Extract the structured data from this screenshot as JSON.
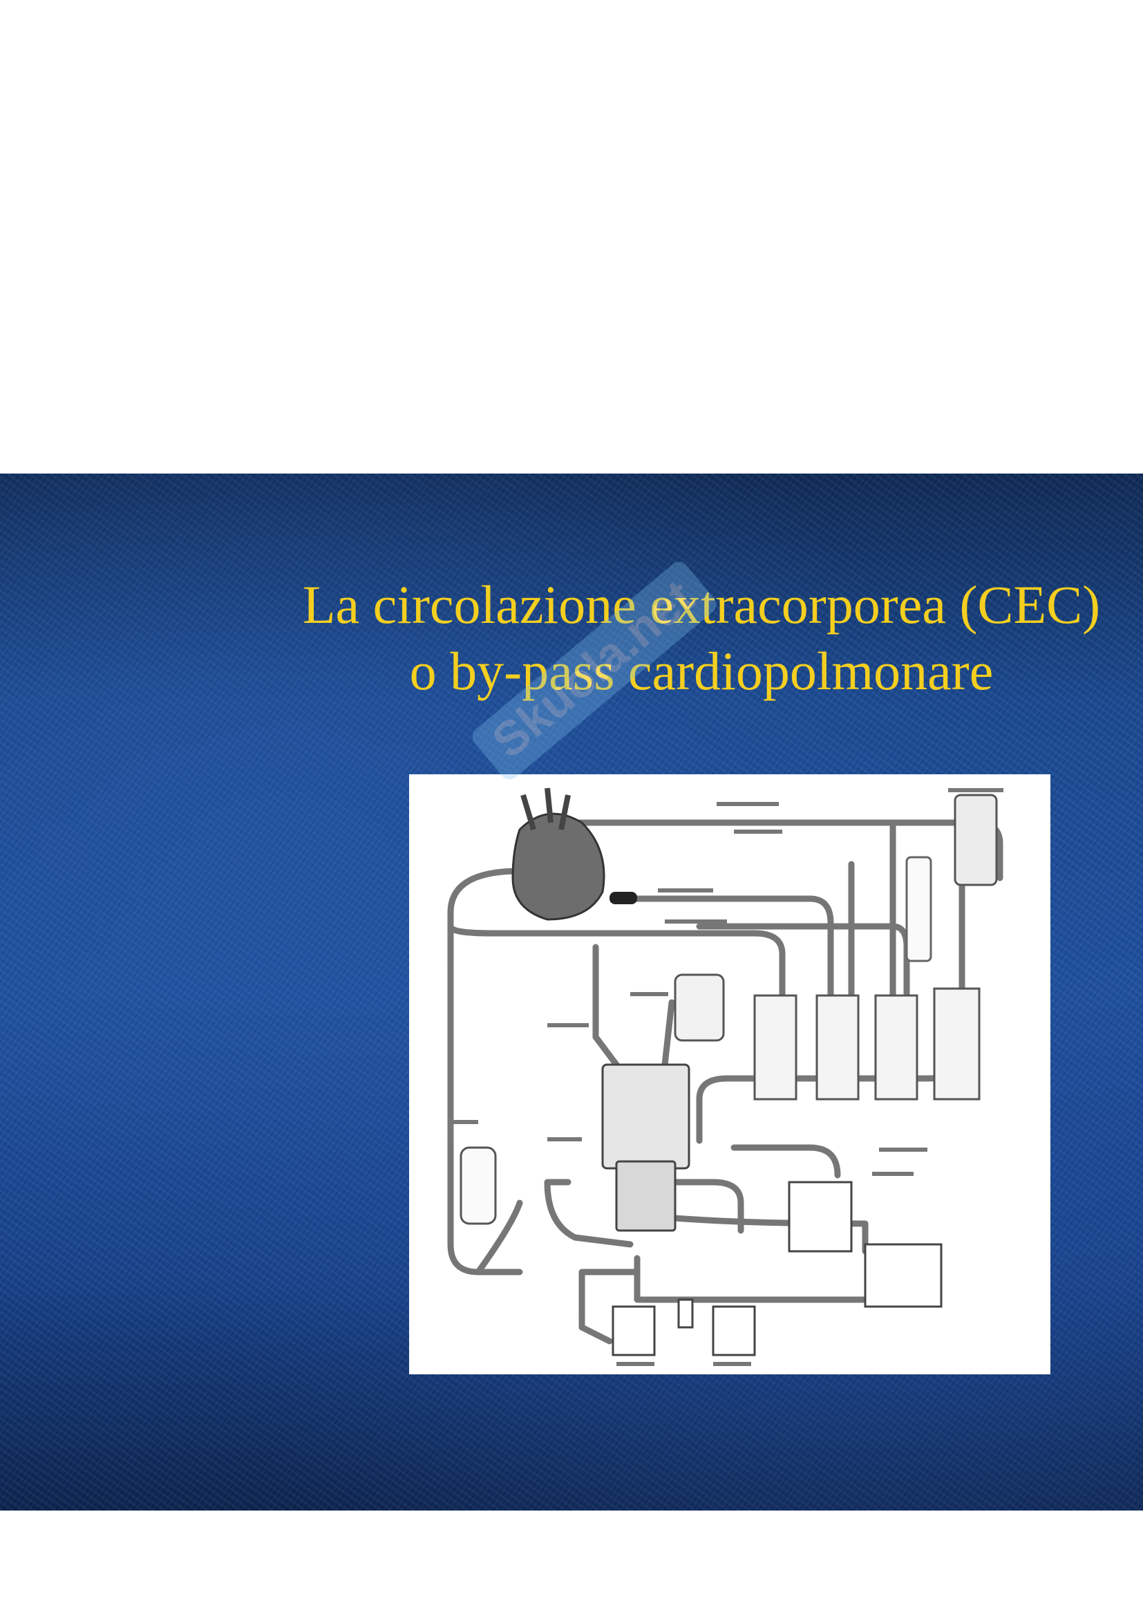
{
  "slide": {
    "title_line1": "La circolazione extracorporea (CEC)",
    "title_line2": "o by-pass cardiopolmonare"
  },
  "colors": {
    "title": "#f5cf1f",
    "background": "#1d50a0",
    "diagram_background": "#ffffff"
  },
  "watermark": {
    "text": "Skuola.net",
    "icon": "skuola-logo-icon"
  },
  "diagram": {
    "icon": "cardiopulmonary-bypass-circuit-diagram"
  }
}
